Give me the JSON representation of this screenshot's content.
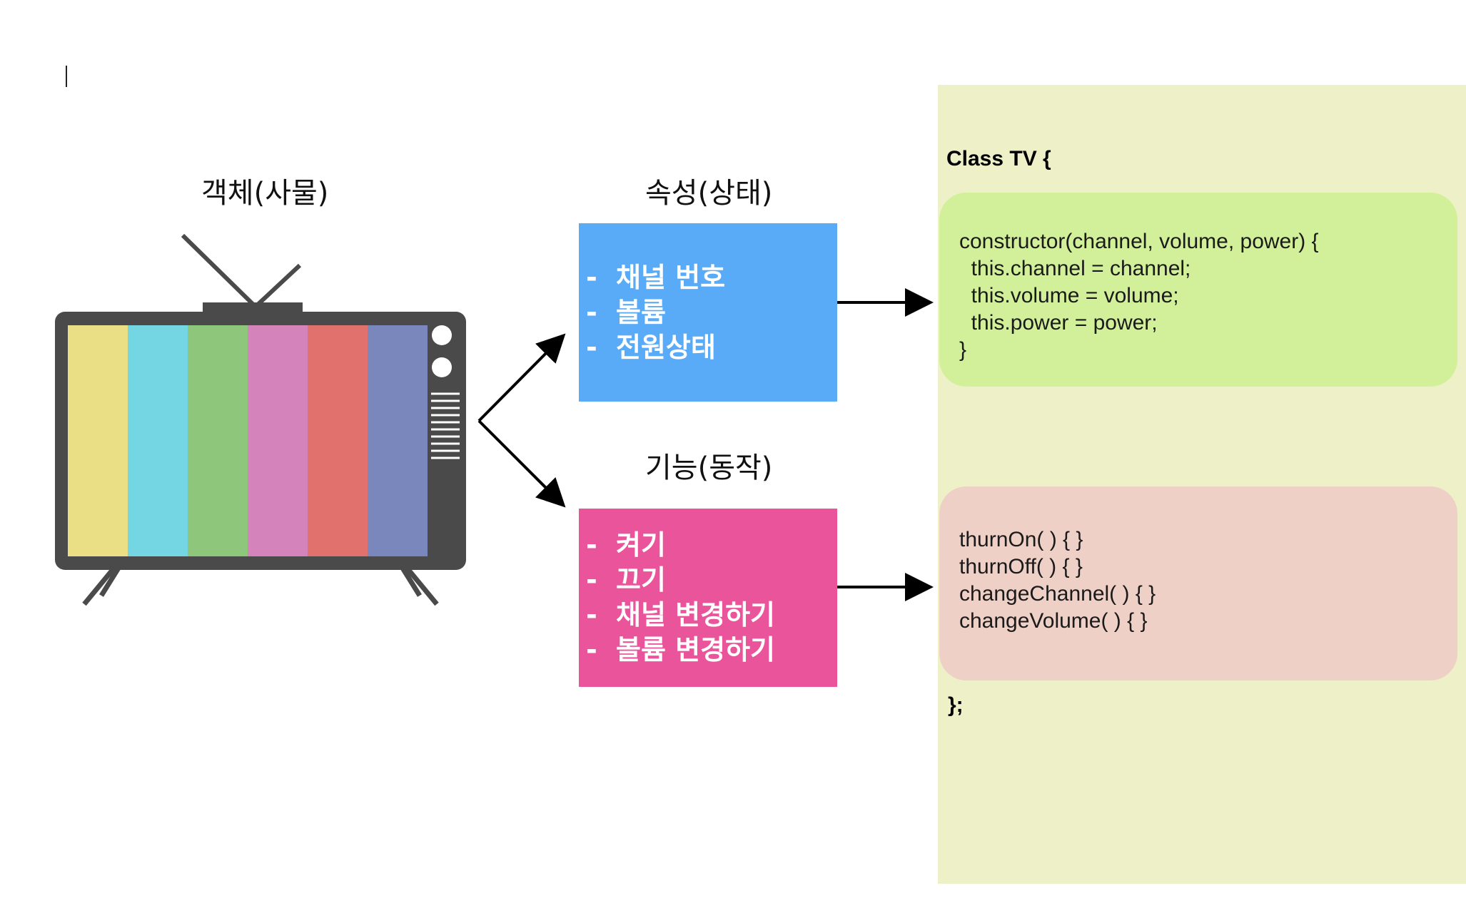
{
  "colors": {
    "attr_box": "#5aabf7",
    "func_box": "#ea549a",
    "code_panel": "#eef0c8",
    "constructor_block": "#d2f099",
    "methods_block": "#efd0c6",
    "tv_body": "#4a4a4a",
    "tv_bars": [
      "#ebdf85",
      "#74d5e3",
      "#8ec67b",
      "#d584bb",
      "#e0716c",
      "#7a87bd"
    ]
  },
  "object_heading": "객체(사물)",
  "attr": {
    "heading": "속성(상태)",
    "dash": "-",
    "items": [
      "채널 번호",
      "볼륨",
      "전원상태"
    ]
  },
  "func": {
    "heading": "기능(동작)",
    "dash": "-",
    "items": [
      "켜기",
      "끄기",
      "채널 변경하기",
      "볼륨 변경하기"
    ]
  },
  "code": {
    "class_open": "Class TV {",
    "constructor_lines": [
      "constructor(channel, volume, power) {",
      "  this.channel = channel;",
      "  this.volume = volume;",
      "  this.power = power;",
      "}"
    ],
    "method_lines": [
      "thurnOn( ) { }",
      "thurnOff( ) { }",
      "changeChannel( ) { }",
      "changeVolume( ) { }"
    ],
    "class_close": "};"
  }
}
